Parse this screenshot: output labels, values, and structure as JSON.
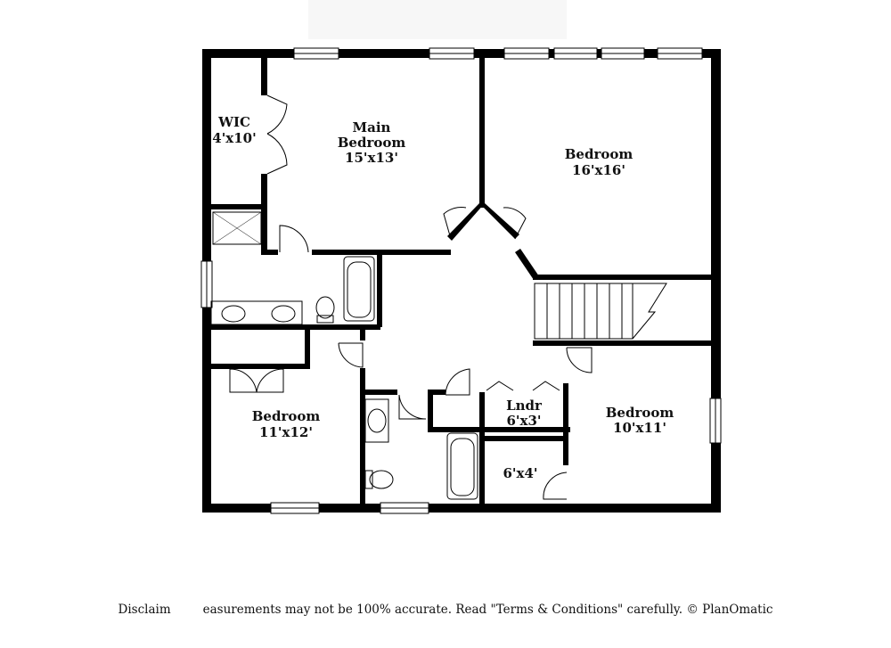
{
  "rooms": {
    "wic": {
      "name": "WIC",
      "size": "4'x10'"
    },
    "main_bedroom": {
      "line1": "Main",
      "line2": "Bedroom",
      "size": "15'x13'"
    },
    "bedroom_ne": {
      "name": "Bedroom",
      "size": "16'x16'"
    },
    "bedroom_sw": {
      "name": "Bedroom",
      "size": "11'x12'"
    },
    "laundry": {
      "name": "Lndr",
      "size": "6'x3'"
    },
    "closet": {
      "size": "6'x4'"
    },
    "bedroom_se": {
      "name": "Bedroom",
      "size": "10'x11'"
    }
  },
  "disclaimer": {
    "left": "Disclaim",
    "right": "easurements may not be 100% accurate. Read \"Terms & Conditions\" carefully. © PlanOmatic"
  }
}
